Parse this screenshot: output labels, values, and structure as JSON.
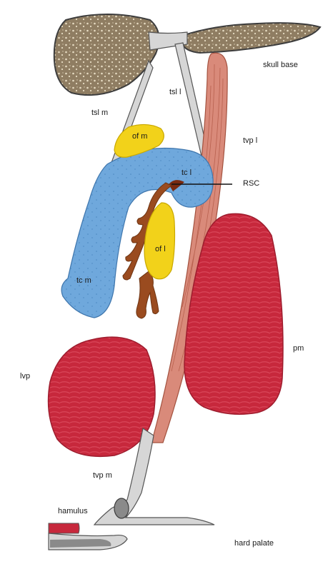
{
  "labels": {
    "skull_base": "skull base",
    "tsl_m": "tsl m",
    "tsl_l": "tsl l",
    "tvp_l": "tvp l",
    "of_m": "of m",
    "tc_l": "tc l",
    "rsc": "RSC",
    "of_l": "of l",
    "tc_m": "tc m",
    "pm": "pm",
    "lvp": "lvp",
    "tvp_m": "tvp m",
    "hamulus": "hamulus",
    "hard_palate": "hard palate"
  },
  "colors": {
    "bone": "#8f7d62",
    "bone_outline": "#3d3d3d",
    "lamina": "#d6d6d6",
    "tube_cartilage": "#6fa8dc",
    "fat": "#f2d21a",
    "muscle_red": "#c7283c",
    "muscle_pink": "#d98a7a",
    "gland": "#9a4b1f"
  }
}
